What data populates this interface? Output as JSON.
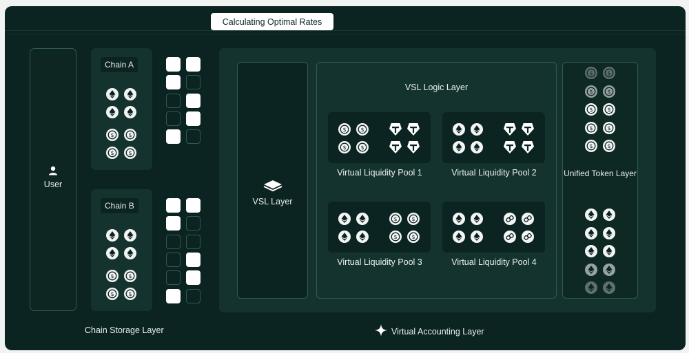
{
  "header": {
    "status_label": "Calculating Optimal Rates"
  },
  "user": {
    "label": "User",
    "icon": "user-icon"
  },
  "chains": [
    {
      "label": "Chain A",
      "coins": [
        "ethereum",
        "ethereum",
        "ethereum",
        "ethereum",
        "usdc",
        "usdc",
        "usdc",
        "usdc"
      ],
      "slots": [
        1,
        1,
        1,
        0,
        0,
        1,
        0,
        1,
        1,
        0
      ]
    },
    {
      "label": "Chain B",
      "coins": [
        "ethereum",
        "ethereum",
        "ethereum",
        "ethereum",
        "usdc",
        "usdc",
        "usdc",
        "usdc"
      ],
      "slots": [
        1,
        1,
        1,
        0,
        0,
        0,
        0,
        1,
        0,
        1,
        1,
        0
      ]
    }
  ],
  "chain_storage_label": "Chain Storage Layer",
  "vsl_layer": {
    "label": "VSL Layer",
    "icon": "stack-icon"
  },
  "logic_layer": {
    "title": "VSL Logic Layer",
    "pools": [
      {
        "label": "Virtual Liquidity Pool 1",
        "left_coin": "usdc",
        "right_coin": "tether"
      },
      {
        "label": "Virtual Liquidity Pool 2",
        "left_coin": "ethereum",
        "right_coin": "tether"
      },
      {
        "label": "Virtual Liquidity Pool 3",
        "left_coin": "ethereum",
        "right_coin": "usdc"
      },
      {
        "label": "Virtual Liquidity Pool 4",
        "left_coin": "ethereum",
        "right_coin": "chainlink"
      }
    ]
  },
  "unified": {
    "label": "Unified Token Layer"
  },
  "accounting_label": "Virtual Accounting Layer",
  "colors": {
    "background": "#0c2421",
    "panel": "#15332e",
    "border": "#2f5a52",
    "text": "#e8f0ee",
    "coin": "#f2f5f4"
  }
}
